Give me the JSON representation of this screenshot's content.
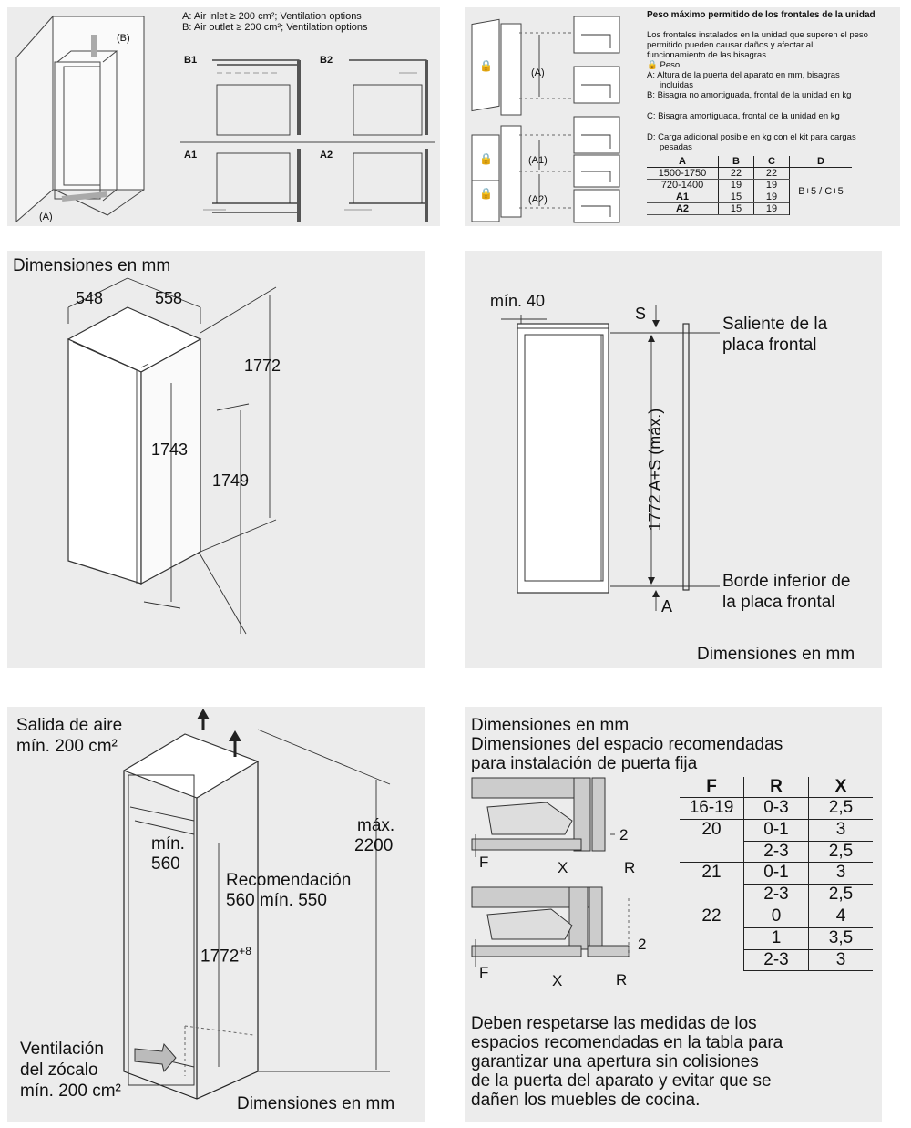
{
  "panel1": {
    "label_b_top": "(B)",
    "label_a_bottom": "(A)",
    "legend_a": "A: Air inlet ≥ 200 cm²; Ventilation options",
    "legend_b": "B: Air outlet ≥ 200 cm²; Ventilation options",
    "b1": "B1",
    "b2": "B2",
    "a1": "A1",
    "a2": "A2"
  },
  "panel2": {
    "title": "Peso máximo permitido de los frontales de la unidad",
    "intro": [
      "Los frontales instalados en la unidad que superen el peso",
      "permitido pueden causar daños y afectar al",
      "funcionamiento de las bisagras"
    ],
    "weight_symbol": "🔒",
    "legend_weight": "Peso",
    "legend_a": [
      "A: Altura de la puerta del aparato en mm, bisagras",
      "incluidas"
    ],
    "legend_b": "B: Bisagra no amortiguada, frontal de la unidad en kg",
    "legend_c": "C: Bisagra amortiguada, frontal de la unidad en kg",
    "legend_d": [
      "D: Carga adicional posible en kg con el kit para cargas",
      "pesadas"
    ],
    "label_a": "(A)",
    "label_a1": "(A1)",
    "label_a2": "(A2)",
    "table": {
      "headers": [
        "A",
        "B",
        "C",
        "D"
      ],
      "rows": [
        [
          "1500-1750",
          "22",
          "22"
        ],
        [
          "720-1400",
          "19",
          "19"
        ],
        [
          "A1",
          "15",
          "19"
        ],
        [
          "A2",
          "15",
          "19"
        ]
      ],
      "d_value": "B+5 / C+5"
    }
  },
  "panel3": {
    "title": "Dimensiones en mm",
    "dims": {
      "d548": "548",
      "d558": "558",
      "d1772": "1772",
      "d1743": "1743",
      "d1749": "1749"
    }
  },
  "panel4": {
    "min40": "mín. 40",
    "s": "S",
    "saliente": [
      "Saliente de la",
      "placa frontal"
    ],
    "vertical_label": "1772 A+S (máx.)",
    "borde": [
      "Borde inferior de",
      "la placa frontal"
    ],
    "a": "A",
    "footer": "Dimensiones en mm"
  },
  "panel5": {
    "salida": [
      "Salida de aire",
      "mín. 200 cm²"
    ],
    "min560": [
      "mín.",
      "560"
    ],
    "recomendacion": [
      "Recomendación",
      "560 mín. 550"
    ],
    "max2200": [
      "máx.",
      "2200"
    ],
    "dim1772": "1772",
    "dim1772_sup": "+8",
    "ventilacion": [
      "Ventilación",
      "del zócalo",
      "mín. 200 cm²"
    ],
    "footer": "Dimensiones en mm"
  },
  "panel6": {
    "title": [
      "Dimensiones en mm",
      "Dimensiones del espacio recomendadas",
      "para instalación de puerta fija"
    ],
    "labels": {
      "f": "F",
      "x": "X",
      "r": "R",
      "two": "2"
    },
    "table": {
      "headers": [
        "F",
        "R",
        "X"
      ],
      "groups": [
        {
          "f": "16-19",
          "rows": [
            [
              "0-3",
              "2,5"
            ]
          ]
        },
        {
          "f": "20",
          "rows": [
            [
              "0-1",
              "3"
            ],
            [
              "2-3",
              "2,5"
            ]
          ]
        },
        {
          "f": "21",
          "rows": [
            [
              "0-1",
              "3"
            ],
            [
              "2-3",
              "2,5"
            ]
          ]
        },
        {
          "f": "22",
          "rows": [
            [
              "0",
              "4"
            ],
            [
              "1",
              "3,5"
            ],
            [
              "2-3",
              "3"
            ]
          ]
        }
      ]
    },
    "note": [
      "Deben respetarse las medidas de los",
      "espacios recomendadas en la tabla para",
      "garantizar una apertura sin colisiones",
      "de la puerta del aparato y evitar que se",
      "dañen los muebles de cocina."
    ]
  }
}
